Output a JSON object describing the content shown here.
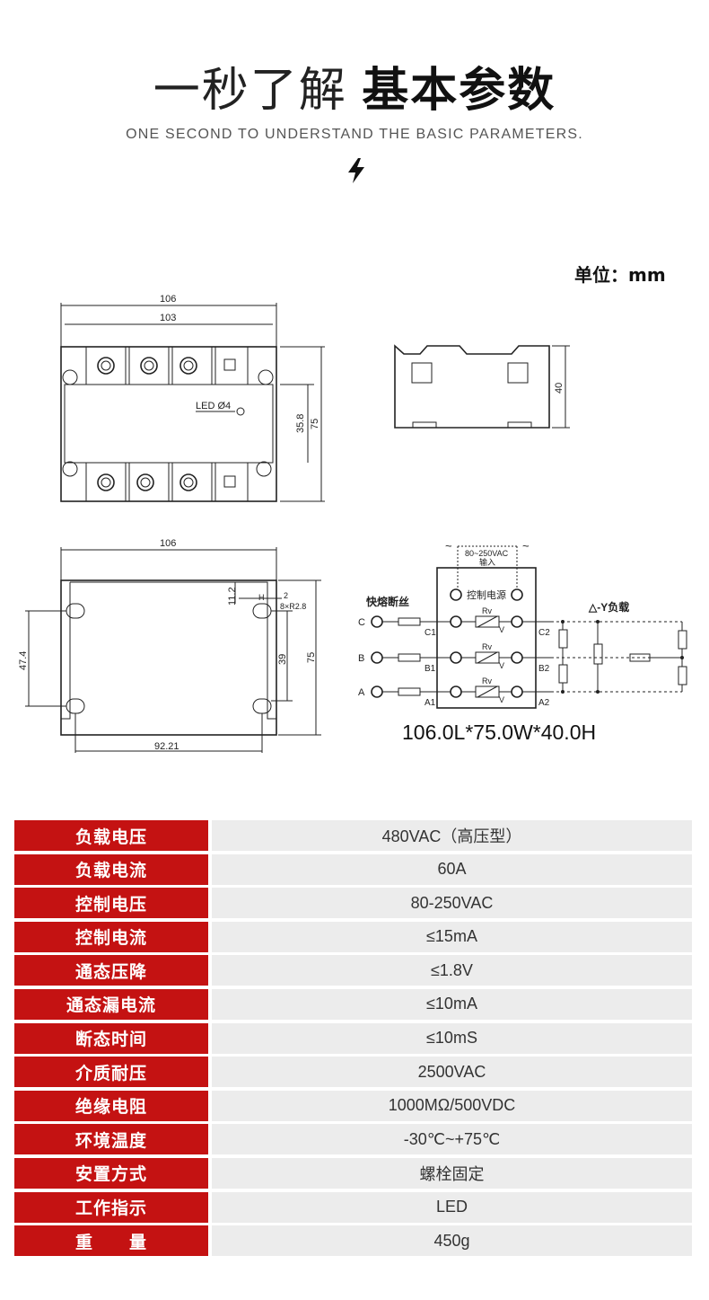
{
  "header": {
    "title_light": "一秒了解",
    "title_bold": "基本参数",
    "subtitle": "ONE SECOND TO UNDERSTAND THE BASIC PARAMETERS.",
    "bolt_icon": "lightning-bolt-icon"
  },
  "unit_label": "单位：mm",
  "top_view": {
    "dim_outer": "106",
    "dim_inner": "103",
    "dim_height": "75",
    "dim_led_offset": "35.8",
    "led_label": "LED Ø4"
  },
  "side_view": {
    "dim_height": "40"
  },
  "bottom_view": {
    "dim_width": "106",
    "dim_hole_span": "92.21",
    "dim_left": "47.4",
    "dim_right_inner": "39",
    "dim_height": "75",
    "dim_top_offset": "11.2",
    "dim_hole": "2",
    "dim_slot": "8×R2.8",
    "slot_h": "H"
  },
  "circuit": {
    "supply_tilde": "~",
    "supply_voltage": "80~250VAC",
    "supply_input": "输入",
    "control_label": "控制电源",
    "fuse_label": "快熔断丝",
    "load_label": "△-Y负载",
    "rv": "Rv",
    "v": "V",
    "phases_left": [
      "C",
      "B",
      "A"
    ],
    "terminals_left": [
      "C1",
      "B1",
      "A1"
    ],
    "terminals_right": [
      "C2",
      "B2",
      "A2"
    ]
  },
  "dimensions_text": "106.0L*75.0W*40.0H",
  "specs": [
    {
      "label": "负载电压",
      "value": "480VAC（高压型）"
    },
    {
      "label": "负载电流",
      "value": "60A"
    },
    {
      "label": "控制电压",
      "value": "80-250VAC"
    },
    {
      "label": "控制电流",
      "value": "≤15mA"
    },
    {
      "label": "通态压降",
      "value": "≤1.8V"
    },
    {
      "label": "通态漏电流",
      "value": "≤10mA"
    },
    {
      "label": "断态时间",
      "value": "≤10mS"
    },
    {
      "label": "介质耐压",
      "value": "2500VAC"
    },
    {
      "label": "绝缘电阻",
      "value": "1000MΩ/500VDC"
    },
    {
      "label": "环境温度",
      "value": "-30℃~+75℃"
    },
    {
      "label": "安置方式",
      "value": "螺栓固定"
    },
    {
      "label": "工作指示",
      "value": "LED"
    },
    {
      "label": "重　　量",
      "value": "450g"
    }
  ],
  "colors": {
    "accent_red": "#c41212",
    "value_bg": "#ececec"
  }
}
